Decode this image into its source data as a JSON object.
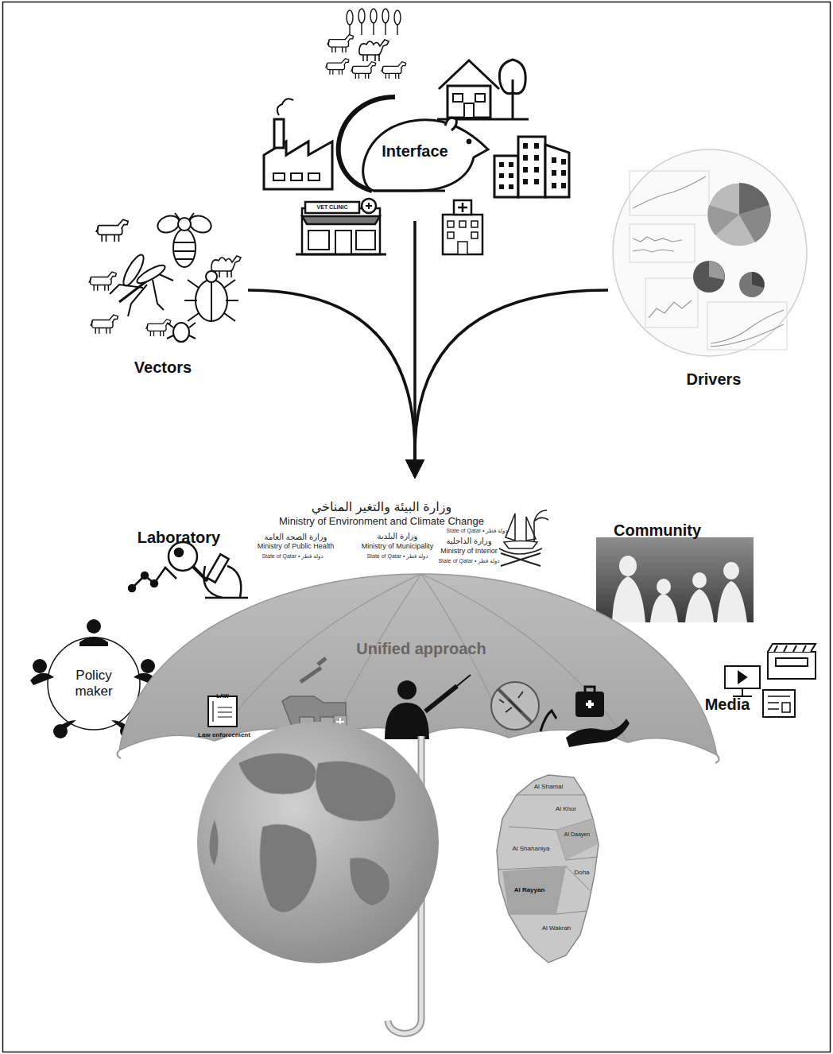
{
  "diagram": {
    "nodes": [
      {
        "text": [
          "Interface"
        ]
      },
      {
        "text": [
          "Vectors"
        ]
      },
      {
        "text": [
          "Drivers"
        ]
      },
      {
        "text": [
          "Unified approach"
        ]
      },
      {
        "text": [
          "Policy maker"
        ]
      }
    ],
    "edges": [
      {
        "from": 0,
        "to": 3,
        "arrow": "to"
      },
      {
        "from": 1,
        "to": 3,
        "arrow": "to"
      },
      {
        "from": 2,
        "to": 3,
        "arrow": "to"
      }
    ],
    "labels": [
      "VET CLINIC",
      "وزارة البيئة والتغير المناخي",
      "Ministry of Environment and Climate Change",
      "State of Qatar • دولة قطر",
      "وزارة الصحة العامة",
      "Ministry of Public Health",
      "State of Qatar • دولة قطر",
      "وزارة البلدية",
      "وزارة الداخلية",
      "Ministry of Municipality",
      "Ministry of Interior",
      "State of Qatar • دولة قطر",
      "State of Qatar • دولة قطر",
      "Laboratory",
      "Community",
      "LAW",
      "Law enforcement",
      "Media",
      "Al Shamal",
      "Al Khor",
      "Al Daayen",
      "Al Shahaniya",
      "Doha",
      "Al Rayyan",
      "Al Wakrah"
    ]
  }
}
